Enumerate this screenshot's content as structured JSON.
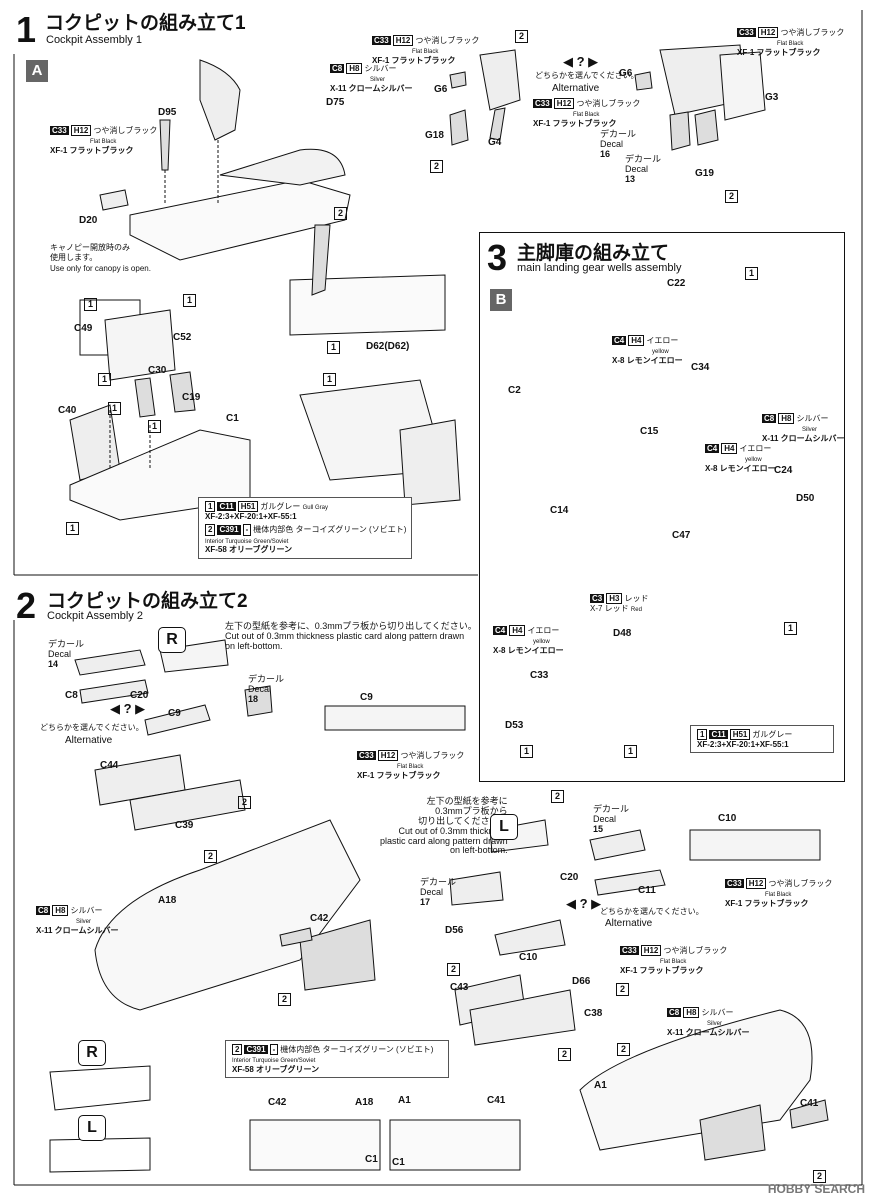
{
  "steps": {
    "s1": {
      "number": "1",
      "title_jp": "コクピットの組み立て1",
      "title_en": "Cockpit Assembly 1",
      "sub_badge": "A"
    },
    "s2": {
      "number": "2",
      "title_jp": "コクピットの組み立て2",
      "title_en": "Cockpit Assembly 2"
    },
    "s3": {
      "number": "3",
      "title_jp": "主脚庫の組み立て",
      "title_en": "main landing gear wells assembly",
      "sub_badge": "B"
    }
  },
  "colors": {
    "c33": {
      "code": "C33",
      "hcode": "H12",
      "jp": "つや消しブラック",
      "en": "Flat Black",
      "xf": "XF-1 フラットブラック"
    },
    "c8": {
      "code": "C8",
      "hcode": "H8",
      "jp": "シルバー",
      "en": "Silver",
      "xf": "X-11 クロームシルバー"
    },
    "c4": {
      "code": "C4",
      "hcode": "H4",
      "jp": "イエロー",
      "en": "yellow",
      "xf": "X-8 レモンイエロー"
    },
    "c3": {
      "code": "C3",
      "hcode": "H3",
      "jp": "レッド",
      "en": "Red",
      "xf": "X-7 レッド"
    },
    "c11": {
      "code": "C11",
      "hcode": "H51",
      "jp": "ガルグレー",
      "en": "Gull Gray",
      "xf": "XF-2:3+XF-20:1+XF-55:1"
    },
    "c391": {
      "code": "C391",
      "hcode": "-",
      "jp": "機体内部色 ターコイズグリーン (ソビエト)",
      "en": "Interior Turquoise Green/Soviet",
      "xf": "XF-58 オリーブグリーン"
    }
  },
  "legend": {
    "one": "1",
    "two": "2"
  },
  "notes": {
    "canopy_jp1": "キャノピー開放時のみ",
    "canopy_jp2": "使用します。",
    "canopy_en": "Use only for canopy is open.",
    "alt_jp": "どちらかを選んでください。",
    "alt_en": "Alternative",
    "cut_jp": "左下の型紙を参考に、0.3mmプラ板から切り出してください。",
    "cut_en1": "Cut out of 0.3mm thickness plastic card along pattern drawn",
    "cut_en2": "on left-bottom.",
    "cut2_jp1": "左下の型紙を参考に",
    "cut2_jp2": "0.3mmプラ板から",
    "cut2_jp3": "切り出してください。",
    "cut2_en1": "Cut out of 0.3mm thickness",
    "cut2_en2": "plastic card along pattern drawn",
    "cut2_en3": "on left-bottom.",
    "decal_jp": "デカール",
    "decal_en": "Decal",
    "qmark": "?"
  },
  "parts": {
    "d95": "D95",
    "d75": "D75",
    "d20": "D20",
    "g6": "G6",
    "g6b": "G6",
    "g3": "G3",
    "g4": "G4",
    "g18": "G18",
    "g19": "G19",
    "dec16": "16",
    "dec13": "13",
    "c49": "C49",
    "c52": "C52",
    "c30": "C30",
    "c19": "C19",
    "c40": "C40",
    "c1": "C1",
    "d62": "D62(D62)",
    "c22": "C22",
    "c34": "C34",
    "c2": "C2",
    "c15": "C15",
    "c14": "C14",
    "c47": "C47",
    "c24": "C24",
    "d50": "D50",
    "d48": "D48",
    "c33p": "C33",
    "d53": "D53",
    "dec14": "14",
    "c8p": "C8",
    "c20": "C20",
    "c9": "C9",
    "dec18": "18",
    "c9b": "C9",
    "c44": "C44",
    "c39": "C39",
    "a18": "A18",
    "c42": "C42",
    "dec15": "15",
    "c10": "C10",
    "c20b": "C20",
    "c11p": "C11",
    "dec17": "17",
    "d56": "D56",
    "c10b": "C10",
    "d66": "D66",
    "c43": "C43",
    "c38": "C38",
    "a1": "A1",
    "c41": "C41",
    "c42b": "C42",
    "a18b": "A18",
    "c1b": "C1",
    "a1b": "A1",
    "c41b": "C41",
    "c1c": "C1",
    "c1d": "C1",
    "r": "R",
    "l": "L",
    "r2": "R",
    "l2": "L",
    "c10top": "C10"
  },
  "watermark": "HOBBY SEARCH"
}
